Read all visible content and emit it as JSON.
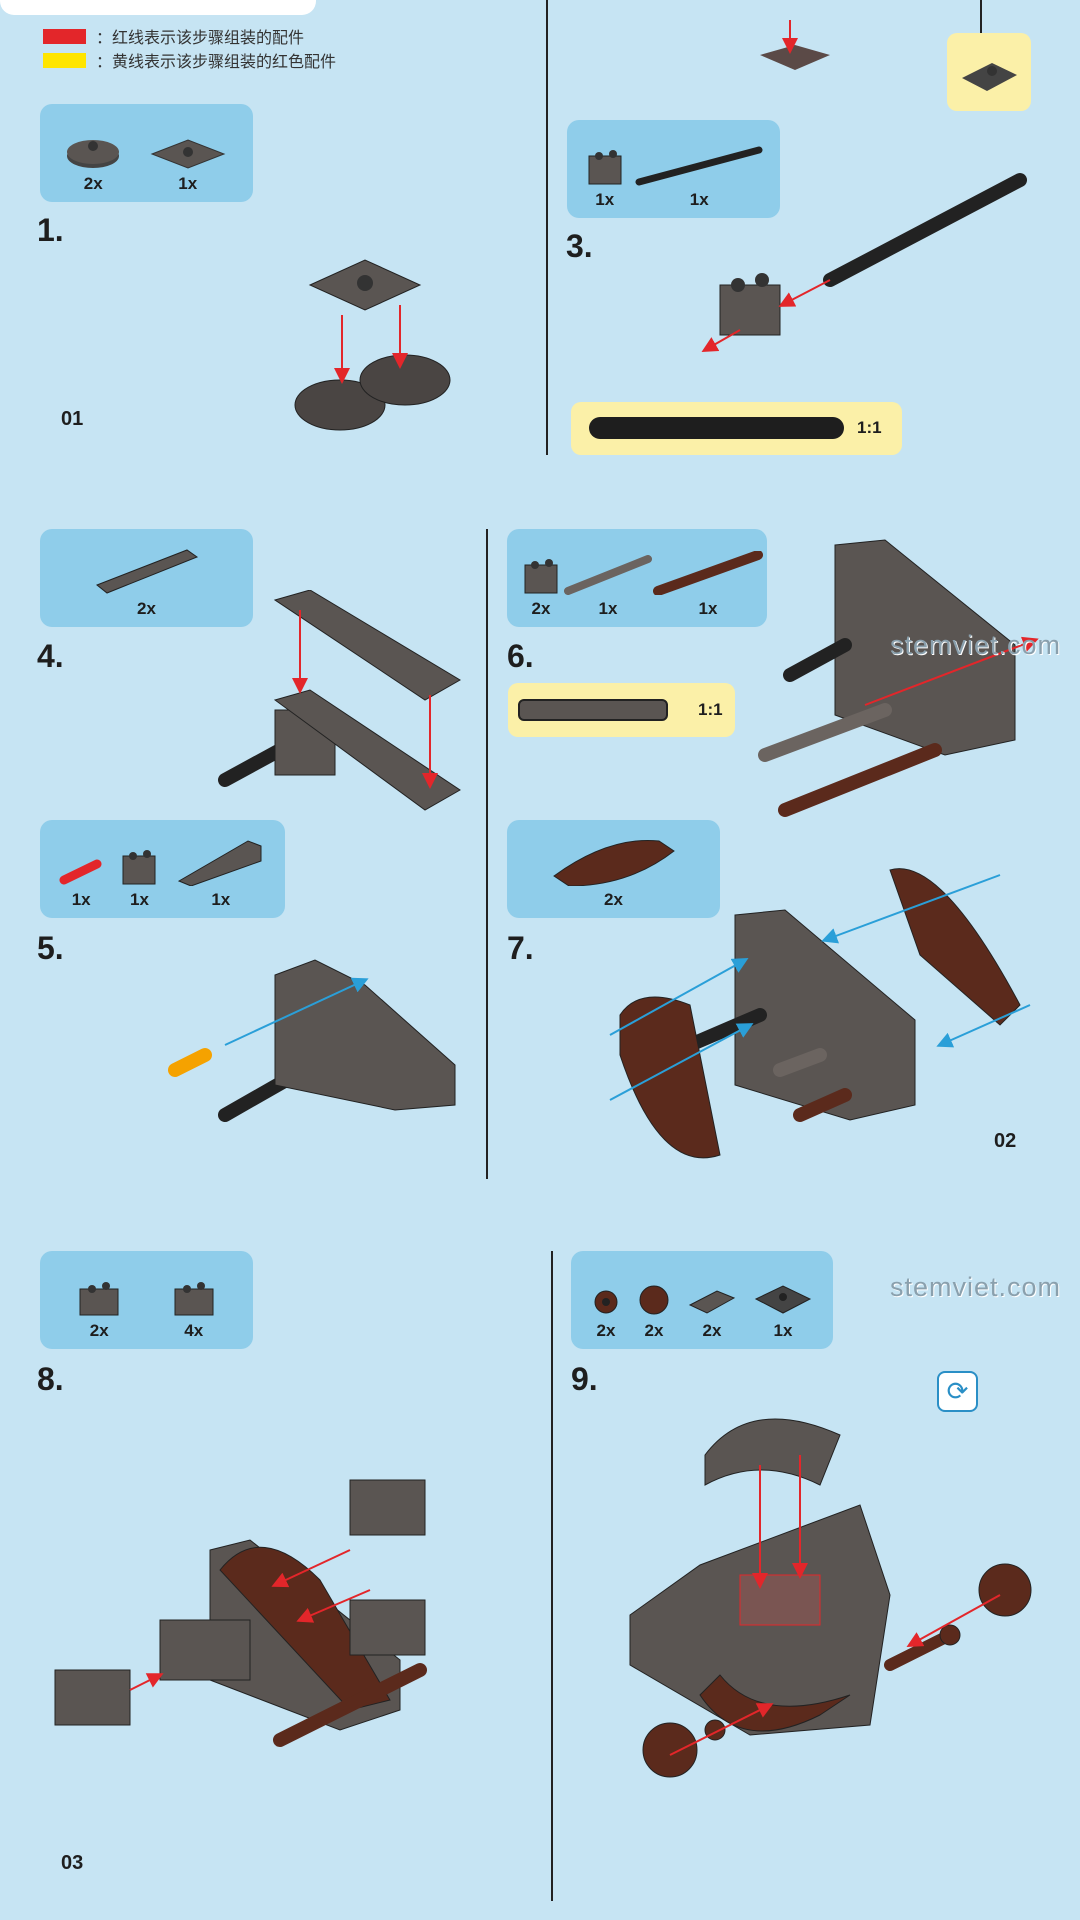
{
  "legend": [
    {
      "text": "：红线表示该步骤组装的配件",
      "color": "#e3262a"
    },
    {
      "text": "：黄线表示该步骤组装的红色配件",
      "color": "#ffe500"
    }
  ],
  "steps": {
    "s1": {
      "number": "1.",
      "parts": [
        "2x",
        "1x"
      ]
    },
    "s3": {
      "number": "3.",
      "parts": [
        "1x",
        "1x"
      ],
      "ratio": "1:1"
    },
    "s4": {
      "number": "4.",
      "parts": [
        "2x"
      ]
    },
    "s5": {
      "number": "5.",
      "parts": [
        "1x",
        "1x",
        "1x"
      ]
    },
    "s6": {
      "number": "6.",
      "parts": [
        "2x",
        "1x",
        "1x"
      ],
      "ratio": "1:1"
    },
    "s7": {
      "number": "7.",
      "parts": [
        "2x"
      ]
    },
    "s8": {
      "number": "8.",
      "parts": [
        "2x",
        "4x"
      ]
    },
    "s9": {
      "number": "9.",
      "parts": [
        "2x",
        "2x",
        "2x",
        "1x"
      ]
    }
  },
  "pages": [
    "01",
    "02",
    "03"
  ],
  "watermark": "stemviet.com",
  "colors": {
    "background": "#c6e4f3",
    "parts_box": "#8fcdea",
    "arrow_red": "#e3262a",
    "arrow_blue": "#2a9fd8",
    "brick": "#5a5552",
    "brown": "#5b2a1c"
  }
}
